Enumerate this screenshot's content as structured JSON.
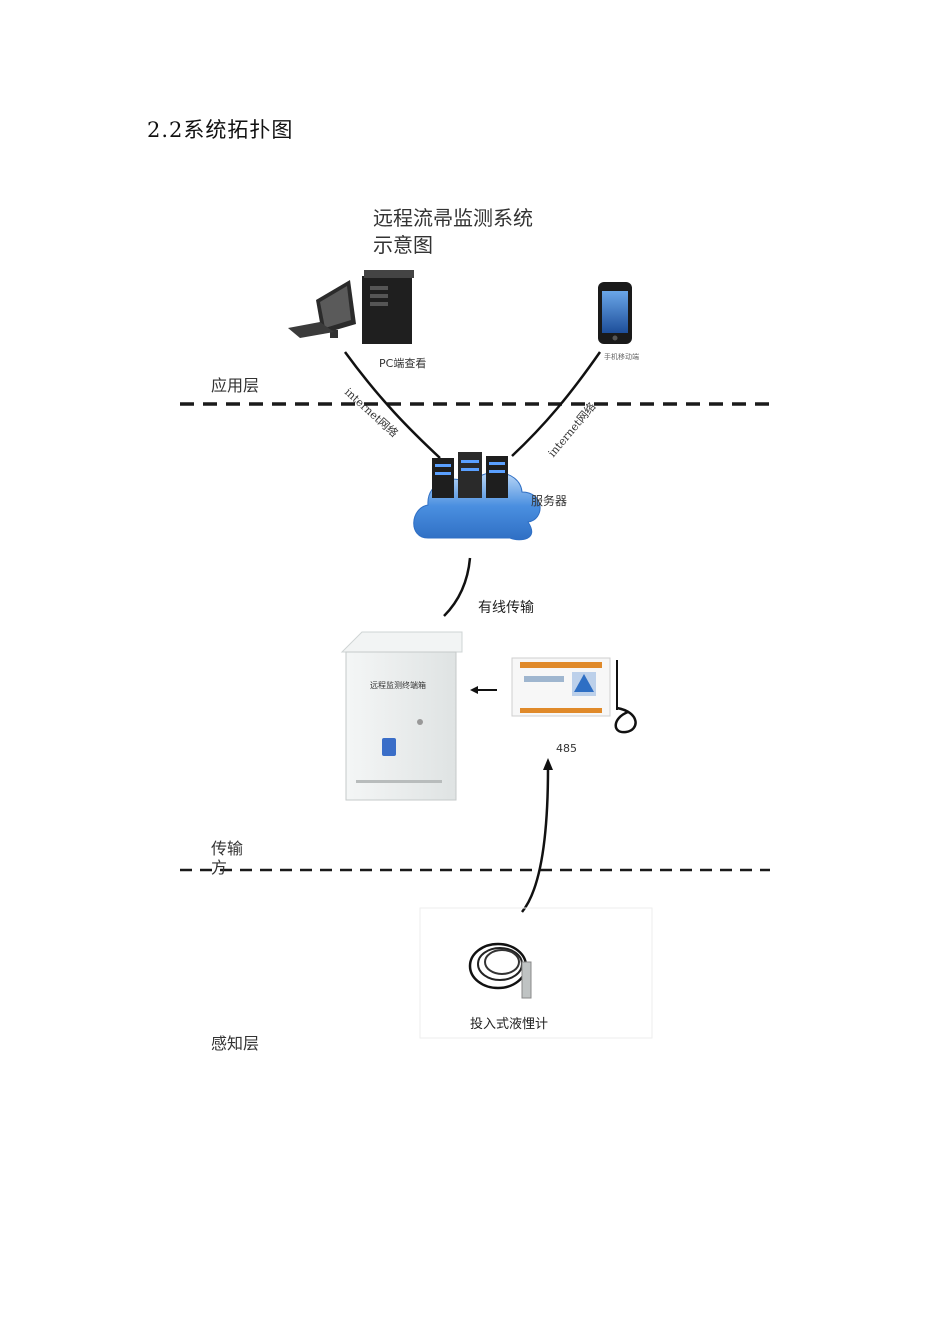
{
  "section": {
    "heading": "2.2系统拓扑图"
  },
  "diagram": {
    "title_line1": "远程流帚监测系统",
    "title_line2": "示意图",
    "layers": {
      "application": "应用层",
      "transmission_line1": "传输",
      "transmission_line2": "方",
      "perception": "感知层"
    },
    "nodes": {
      "pc": "PC端查看",
      "mobile": "手机移动端",
      "server": "服务器",
      "cabinet_text": "远程监测终端箱",
      "rtu_port": "485",
      "sensor": "投入式液悝计"
    },
    "links": {
      "pc_server": "internet网络",
      "mobile_server": "internet网络",
      "server_cabinet": "有线传输"
    },
    "colors": {
      "dashed_line": "#1a1a1a",
      "cloud": "#4a8fe0",
      "cabinet": "#e9ecec"
    }
  }
}
